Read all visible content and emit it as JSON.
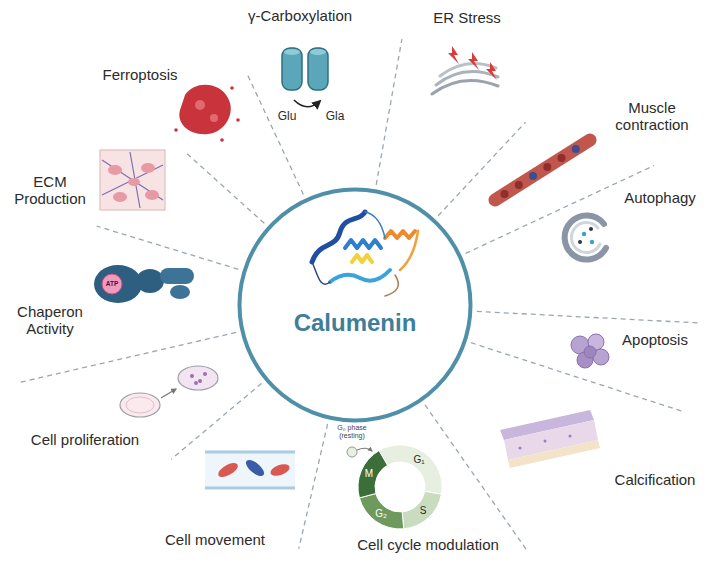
{
  "diagram": {
    "nodes": [
      {
        "text": [
          "Calumenin"
        ]
      }
    ],
    "labels": [
      "γ-Carboxylation",
      "Glu",
      "Gla",
      "ER Stress",
      "Ferroptosis",
      "Muscle contraction",
      "ECM Production",
      "Autophagy",
      "Chaperon Activity",
      "ATP",
      "Apoptosis",
      "Cell proliferation",
      "Calcification",
      "Cell movement",
      "Cell cycle modulation",
      "G₀ phase (resting)",
      "G₁",
      "S",
      "G₂",
      "M"
    ]
  }
}
